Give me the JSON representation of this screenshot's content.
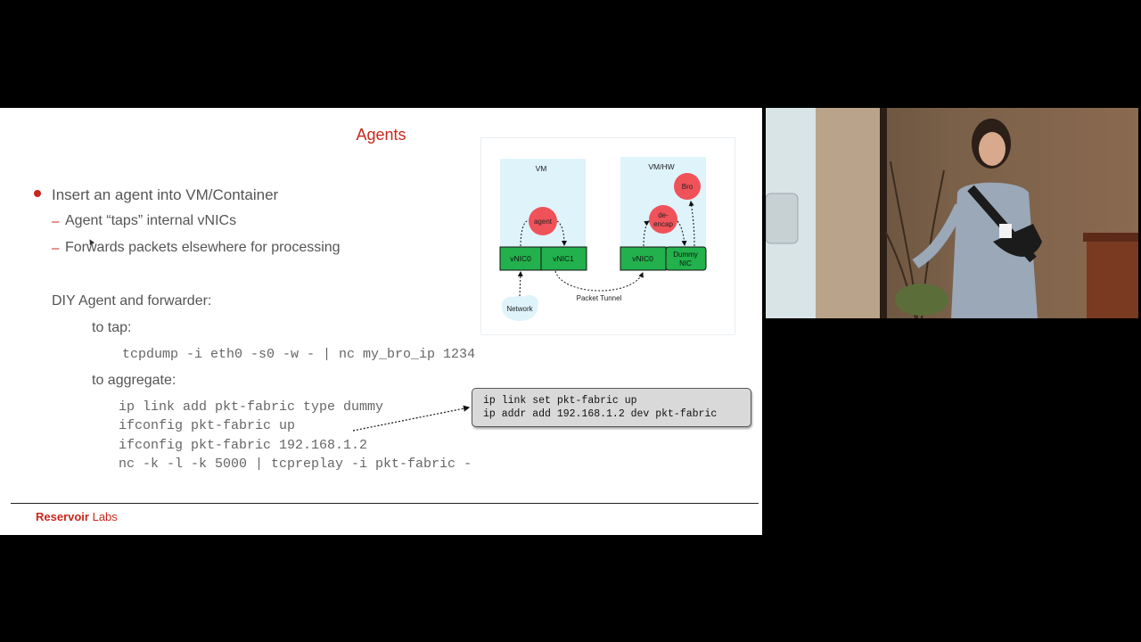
{
  "slide": {
    "title": "Agents",
    "bullet": "Insert an agent into VM/Container",
    "sub_bullets": [
      "Agent “taps” internal vNICs",
      "Forwards packets elsewhere for processing"
    ],
    "diy_heading": "DIY Agent and forwarder:",
    "tap_label": "to tap:",
    "tap_cmd": "tcpdump -i eth0 -s0 -w - | nc my_bro_ip 1234",
    "aggregate_label": "to aggregate:",
    "aggregate_cmds": [
      "ip link add pkt-fabric type dummy",
      "ifconfig pkt-fabric up",
      "ifconfig pkt-fabric 192.168.1.2",
      "nc -k -l -k 5000 | tcpreplay -i pkt-fabric -"
    ],
    "callout": [
      "ip link set pkt-fabric up",
      "ip addr add 192.168.1.2 dev pkt-fabric"
    ],
    "logo_bold": "Reservoir",
    "logo_rest": " Labs"
  },
  "diagram": {
    "vm_label": "VM",
    "vmhw_label": "VM/HW",
    "agent": "agent",
    "decap": [
      "de-",
      "encap"
    ],
    "bro": "Bro",
    "vnic0_left": "vNIC0",
    "vnic1": "vNIC1",
    "vnic0_right": "vNIC0",
    "dummy": [
      "Dummy",
      "NIC"
    ],
    "network": "Network",
    "tunnel": "Packet Tunnel"
  },
  "colors": {
    "accent": "#c8281e",
    "nic_green": "#22b14c",
    "vm_bg": "#dff3fb",
    "node_red": "#f0525a"
  }
}
